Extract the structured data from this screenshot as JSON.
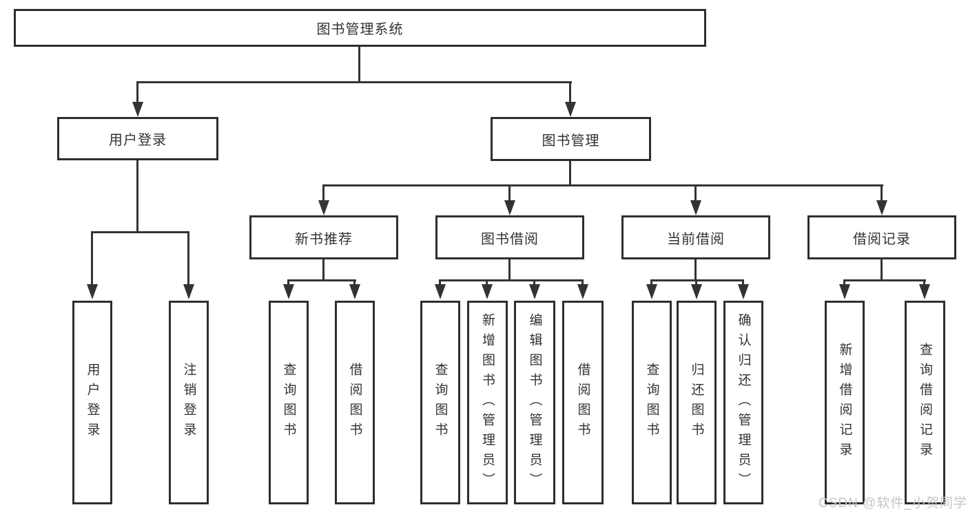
{
  "root_label": "图书管理系统",
  "level2": {
    "user_login": "用户登录",
    "book_mgmt": "图书管理"
  },
  "level3": {
    "new_book_rec": "新书推荐",
    "book_borrow": "图书借阅",
    "current_borrow": "当前借阅",
    "borrow_record": "借阅记录"
  },
  "leaves": {
    "user_login": [
      "用户登录",
      "注销登录"
    ],
    "new_book_rec": [
      "查询图书",
      "借阅图书"
    ],
    "book_borrow": [
      "查询图书",
      "新增图书（管理员）",
      "编辑图书（管理员）",
      "借阅图书"
    ],
    "current_borrow": [
      "查询图书",
      "归还图书",
      "确认归还（管理员）"
    ],
    "borrow_record": [
      "新增借阅记录",
      "查询借阅记录"
    ]
  },
  "watermark": "CSDN @软件_小贺同学",
  "colors": {
    "line": "#333333",
    "border": "#2e2e2e",
    "text": "#333333",
    "watermark": "#c6c6c6",
    "background": "#ffffff"
  }
}
